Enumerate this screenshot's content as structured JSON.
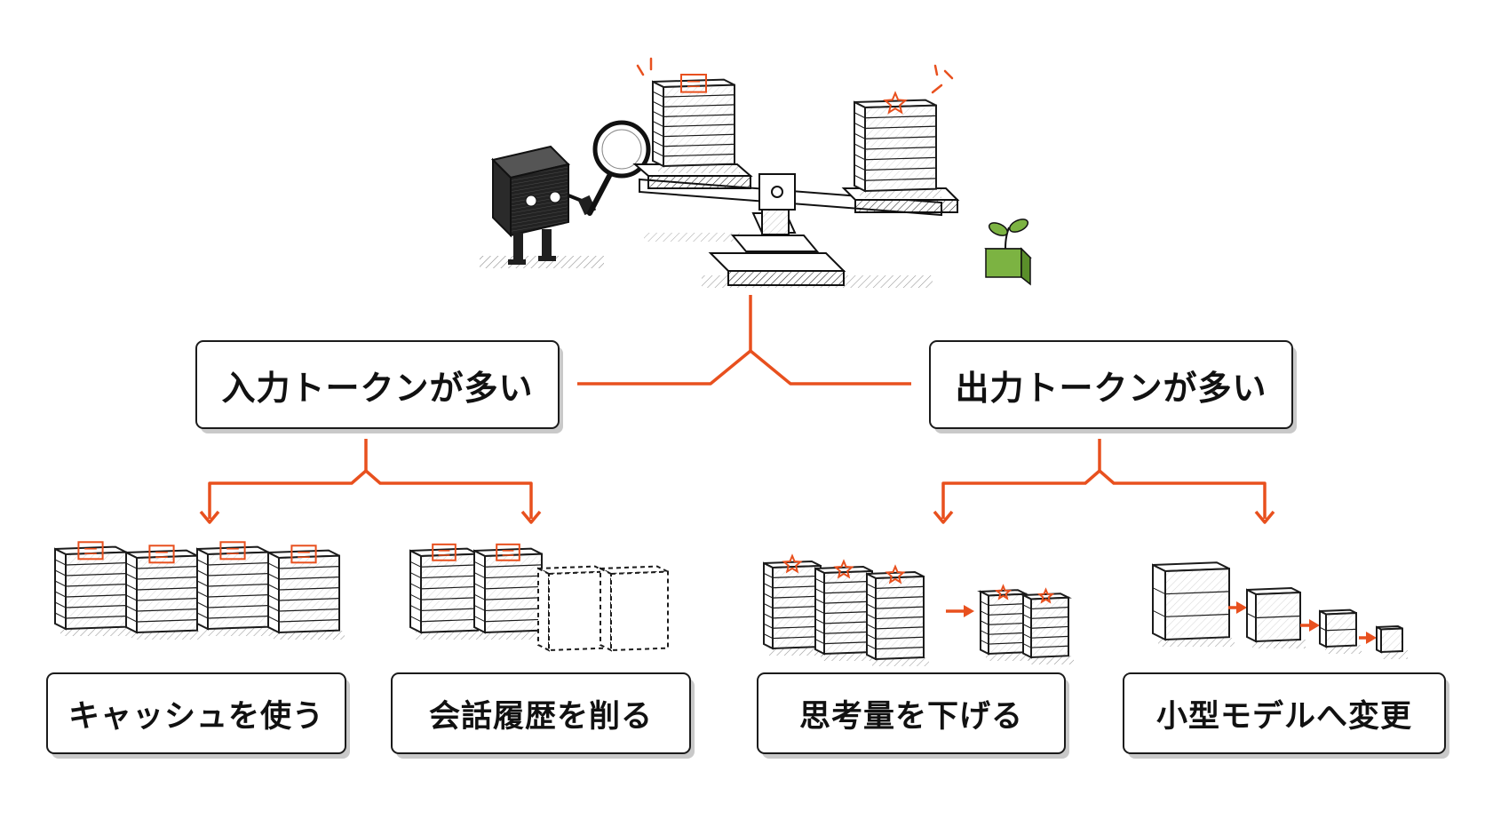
{
  "colors": {
    "accent": "#e8501e",
    "ink": "#1b1b1b",
    "plant": "#7cb342"
  },
  "root": {
    "illustration": "robot-inspecting-token-balance-scale"
  },
  "branches": {
    "input": {
      "label": "入力トークンが多い",
      "solutions": [
        {
          "label": "キャッシュを使う"
        },
        {
          "label": "会話履歴を削る"
        }
      ]
    },
    "output": {
      "label": "出力トークンが多い",
      "solutions": [
        {
          "label": "思考量を下げる"
        },
        {
          "label": "小型モデルへ変更"
        }
      ]
    }
  }
}
